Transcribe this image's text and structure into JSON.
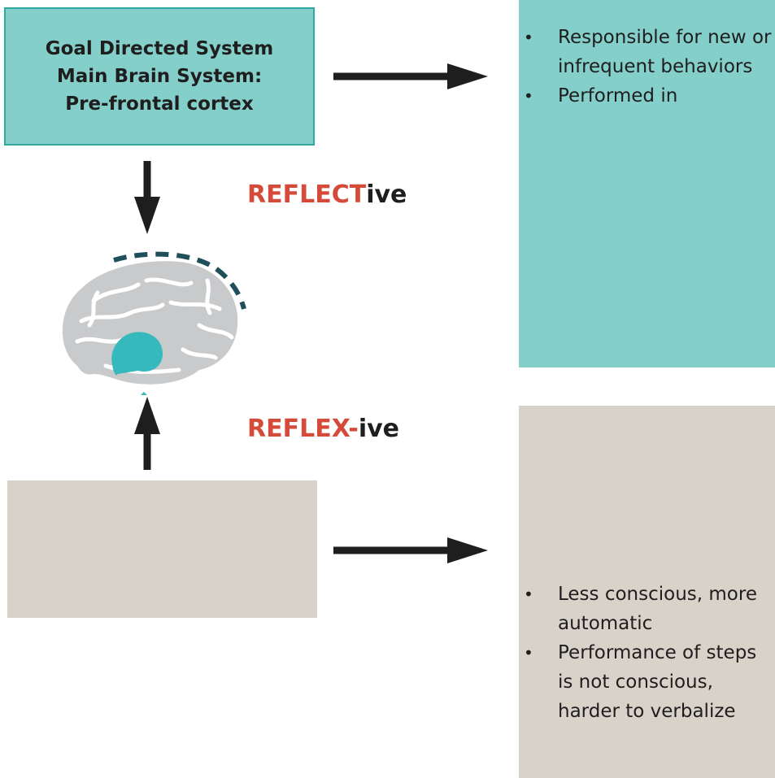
{
  "goal_box": {
    "lines": [
      "Goal Directed System",
      "Main Brain System:",
      "Pre-frontal cortex"
    ]
  },
  "labels": {
    "reflective": {
      "accent": "REFLECT",
      "rest": "ive",
      "accent_color": "#d64a3a"
    },
    "reflexive": {
      "accent": "REFLEX-",
      "rest": "ive",
      "accent_color": "#d64a3a"
    }
  },
  "top_panel": {
    "bullets": [
      "Responsible for new or infrequent behaviors",
      "Performed in"
    ]
  },
  "bottom_panel": {
    "bullets": [
      "Less conscious, more automatic",
      "Performance of steps is not conscious, harder to verbalize"
    ]
  },
  "colors": {
    "teal_fill": "#84cfca",
    "teal_border": "#2fa8a0",
    "beige_fill": "#d9d2c9",
    "brain_gray": "#c9cacc",
    "brain_accent": "#35b9bd",
    "arrow": "#1e1e1e"
  },
  "icons": {
    "brain": "brain-illustration",
    "arrow": "arrow-icon"
  }
}
